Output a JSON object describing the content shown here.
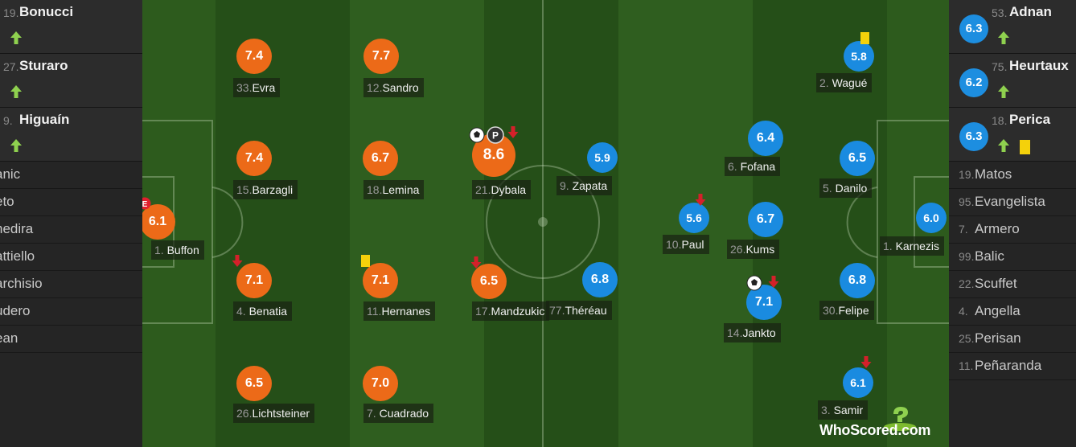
{
  "left_panel": {
    "subs": [
      {
        "number": "19.",
        "name": "Bonucci"
      },
      {
        "number": "27.",
        "name": "Sturaro"
      },
      {
        "number": "9.",
        "name": "Higuaín"
      }
    ],
    "bench": [
      {
        "name": "anic"
      },
      {
        "name": "eto"
      },
      {
        "name": "nedira"
      },
      {
        "name": "attiello"
      },
      {
        "name": "archisio"
      },
      {
        "name": "udero"
      },
      {
        "name": "ean"
      }
    ]
  },
  "right_panel": {
    "subs": [
      {
        "number": "53.",
        "name": "Adnan",
        "rating": "6.3",
        "yellow_card": false
      },
      {
        "number": "75.",
        "name": "Heurtaux",
        "rating": "6.2",
        "yellow_card": false
      },
      {
        "number": "18.",
        "name": "Perica",
        "rating": "6.3",
        "yellow_card": true
      }
    ],
    "bench": [
      {
        "number": "19.",
        "name": "Matos"
      },
      {
        "number": "95.",
        "name": "Evangelista"
      },
      {
        "number": "7.",
        "name": "Armero"
      },
      {
        "number": "99.",
        "name": "Balic"
      },
      {
        "number": "22.",
        "name": "Scuffet"
      },
      {
        "number": "4.",
        "name": "Angella"
      },
      {
        "number": "25.",
        "name": "Perisan"
      },
      {
        "number": "11.",
        "name": "Peñaranda"
      }
    ]
  },
  "home_players": [
    {
      "number": "1.",
      "name": "Buffon",
      "rating": "6.1"
    },
    {
      "number": "33.",
      "name": "Evra",
      "rating": "7.4"
    },
    {
      "number": "15.",
      "name": "Barzagli",
      "rating": "7.4"
    },
    {
      "number": "4.",
      "name": "Benatia",
      "rating": "7.1"
    },
    {
      "number": "26.",
      "name": "Lichtsteiner",
      "rating": "6.5"
    },
    {
      "number": "12.",
      "name": "Sandro",
      "rating": "7.7"
    },
    {
      "number": "18.",
      "name": "Lemina",
      "rating": "6.7"
    },
    {
      "number": "11.",
      "name": "Hernanes",
      "rating": "7.1"
    },
    {
      "number": "7.",
      "name": "Cuadrado",
      "rating": "7.0"
    },
    {
      "number": "21.",
      "name": "Dybala",
      "rating": "8.6"
    },
    {
      "number": "17.",
      "name": "Mandzukic",
      "rating": "6.5"
    }
  ],
  "away_players": [
    {
      "number": "9.",
      "name": "Zapata",
      "rating": "5.9"
    },
    {
      "number": "77.",
      "name": "Théréau",
      "rating": "6.8"
    },
    {
      "number": "10.",
      "name": "Paul",
      "rating": "5.6"
    },
    {
      "number": "6.",
      "name": "Fofana",
      "rating": "6.4"
    },
    {
      "number": "26.",
      "name": "Kums",
      "rating": "6.7"
    },
    {
      "number": "14.",
      "name": "Jankto",
      "rating": "7.1"
    },
    {
      "number": "2.",
      "name": "Wagué",
      "rating": "5.8"
    },
    {
      "number": "5.",
      "name": "Danilo",
      "rating": "6.5"
    },
    {
      "number": "30.",
      "name": "Felipe",
      "rating": "6.8"
    },
    {
      "number": "3.",
      "name": "Samir",
      "rating": "6.1"
    },
    {
      "number": "1.",
      "name": "Karnezis",
      "rating": "6.0"
    }
  ],
  "icons": {
    "sub_in": "green-up-arrow-icon",
    "sub_out": "red-down-arrow-icon",
    "goal": "football-icon",
    "penalty": "penalty-icon",
    "error": "error-icon",
    "yellow_card": "yellow-card-icon"
  },
  "colors": {
    "home": "#ec6a18",
    "away": "#1a8be0",
    "sub_in_arrow": "#8fd14f",
    "sub_out_arrow": "#d4202a",
    "yellow_card": "#f4d10b"
  },
  "brand": {
    "logo_text": "WhoScored",
    "logo_suffix": ".com"
  }
}
